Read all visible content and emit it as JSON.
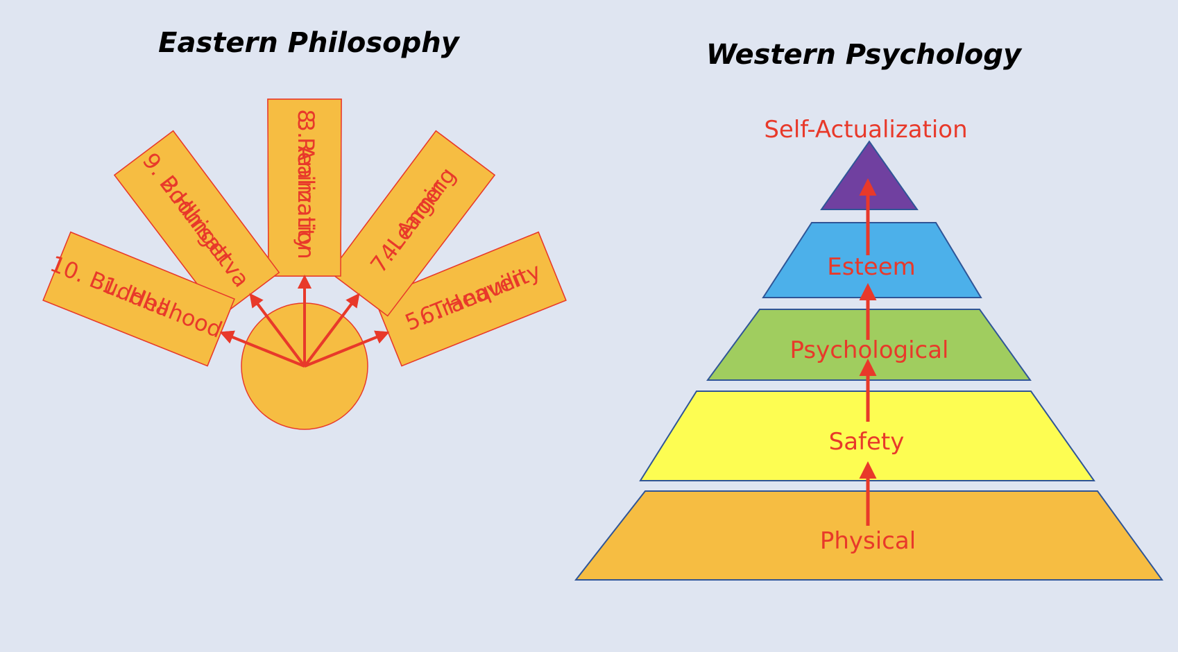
{
  "eastern": {
    "title": "Eastern Philosophy",
    "worlds": [
      {
        "label": "1. Hell"
      },
      {
        "label": "2.Hunger"
      },
      {
        "label": "3. Animality"
      },
      {
        "label": "4. Anger"
      },
      {
        "label": "5. Tranquility"
      },
      {
        "label": "6. Heaven"
      },
      {
        "label": "7. Learning"
      },
      {
        "label": "8. Realization"
      },
      {
        "label": "9. Bodhisattva"
      },
      {
        "label": "10. Buddhahood"
      }
    ]
  },
  "western": {
    "title": "Western Psychology",
    "apex_label": "Self-Actualization",
    "tiers": [
      {
        "label": "Physical",
        "color": "#f6bd42"
      },
      {
        "label": "Safety",
        "color": "#fdfd52"
      },
      {
        "label": "Psychological",
        "color": "#a0cd5f"
      },
      {
        "label": "Esteem",
        "color": "#4cb0ea"
      },
      {
        "label": "",
        "color": "#7040a0"
      }
    ]
  },
  "colors": {
    "background": "#dfe5f1",
    "ray_fill": "#f6bd42",
    "accent_red": "#e8392a",
    "outline": "#2f5597"
  }
}
